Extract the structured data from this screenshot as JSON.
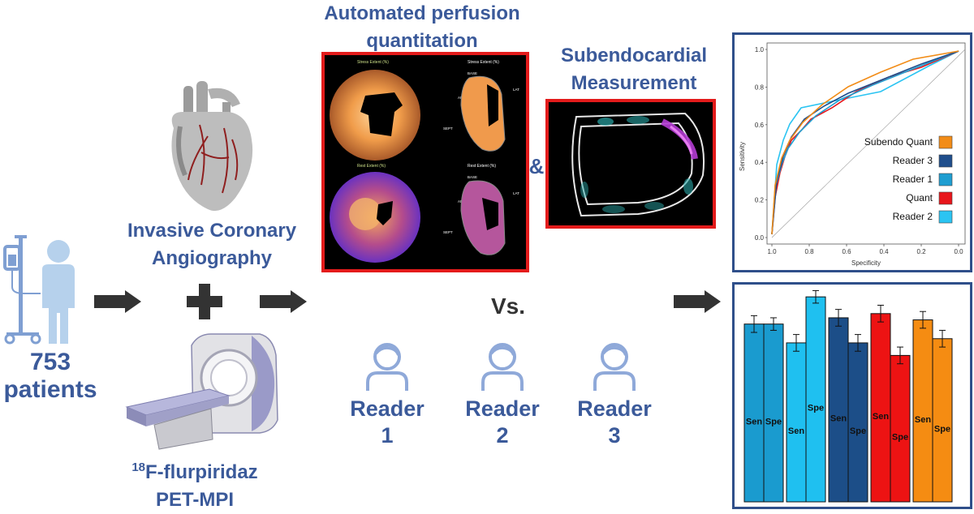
{
  "patients": {
    "count": "753",
    "label": "patients"
  },
  "angiography": {
    "line1": "Invasive Coronary",
    "line2": "Angiography"
  },
  "pet": {
    "sup": "18",
    "line1": "F-flurpiridaz",
    "line2": "PET-MPI"
  },
  "perfusion": {
    "line1": "Automated perfusion",
    "line2": "quantitation"
  },
  "subendo": {
    "line1": "Subendocardial",
    "line2": "Measurement"
  },
  "ampersand": "&",
  "vs": "Vs.",
  "readers": [
    {
      "word": "Reader",
      "num": "1"
    },
    {
      "word": "Reader",
      "num": "2"
    },
    {
      "word": "Reader",
      "num": "3"
    }
  ],
  "polar_labels": {
    "stress": "Stress Extent (%)",
    "rest": "Rest Extent (%)",
    "base": "BASE",
    "ant": "ANT",
    "lat": "LAT",
    "sept": "SEPT"
  },
  "roc": {
    "ylabel": "Sensitivity",
    "xlabel": "Specificity",
    "yticks": [
      "0.0",
      "0.2",
      "0.4",
      "0.6",
      "0.8",
      "1.0"
    ],
    "xticks": [
      "1.0",
      "0.8",
      "0.6",
      "0.4",
      "0.2",
      "0.0"
    ],
    "legend": [
      {
        "name": "Subendo Quant",
        "color": "#f28c17"
      },
      {
        "name": "Reader 3",
        "color": "#1f4e8c"
      },
      {
        "name": "Reader 1",
        "color": "#1f9ed1"
      },
      {
        "name": "Quant",
        "color": "#e8161b"
      },
      {
        "name": "Reader 2",
        "color": "#2bc4f2"
      }
    ]
  },
  "chart_data": {
    "type": "bar",
    "categories": [
      "Reader 1",
      "Reader 2",
      "Reader 3",
      "Quant",
      "Subendo Quant"
    ],
    "bar_labels": [
      "Sen",
      "Spe"
    ],
    "series": [
      {
        "name": "Sen",
        "values": [
          0.85,
          0.76,
          0.88,
          0.9,
          0.87
        ],
        "err": [
          0.04,
          0.04,
          0.04,
          0.04,
          0.04
        ]
      },
      {
        "name": "Spe",
        "values": [
          0.85,
          0.98,
          0.76,
          0.7,
          0.78
        ],
        "err": [
          0.03,
          0.03,
          0.04,
          0.04,
          0.04
        ]
      }
    ],
    "colors": [
      "#1a9bcf",
      "#1fc0f0",
      "#1c4e88",
      "#ed1313",
      "#f58c12"
    ],
    "ylim": [
      0,
      1.0
    ]
  }
}
